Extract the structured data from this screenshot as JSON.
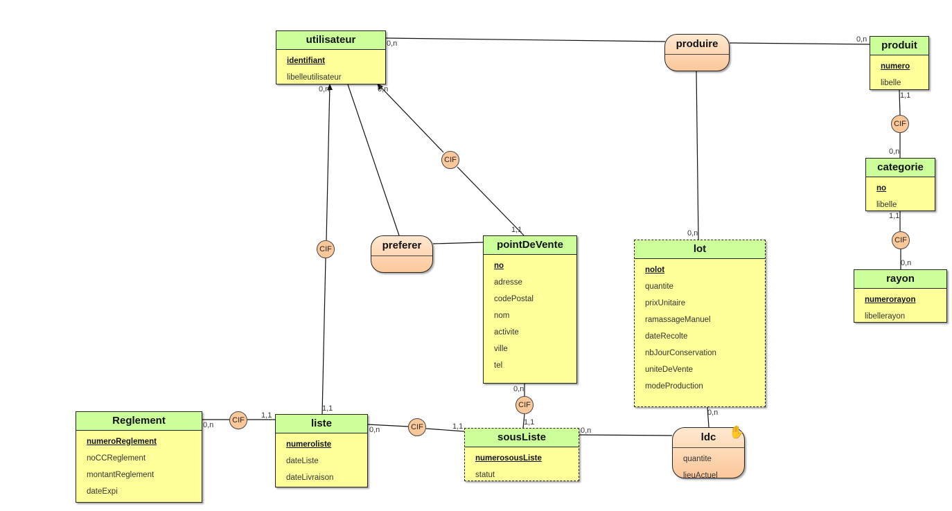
{
  "entities": {
    "utilisateur": {
      "name": "utilisateur",
      "attrs": [
        {
          "label": "identifiant",
          "pk": true
        },
        {
          "label": "libelleutilisateur",
          "pk": false
        }
      ]
    },
    "produit": {
      "name": "produit",
      "attrs": [
        {
          "label": "numero",
          "pk": true
        },
        {
          "label": "libelle",
          "pk": false
        }
      ]
    },
    "categorie": {
      "name": "categorie",
      "attrs": [
        {
          "label": "no",
          "pk": true
        },
        {
          "label": "libelle",
          "pk": false
        }
      ]
    },
    "rayon": {
      "name": "rayon",
      "attrs": [
        {
          "label": "numerorayon",
          "pk": true
        },
        {
          "label": "libellerayon",
          "pk": false
        }
      ]
    },
    "pointDeVente": {
      "name": "pointDeVente",
      "attrs": [
        {
          "label": "no",
          "pk": true
        },
        {
          "label": "adresse",
          "pk": false
        },
        {
          "label": "codePostal",
          "pk": false
        },
        {
          "label": "nom",
          "pk": false
        },
        {
          "label": "activite",
          "pk": false
        },
        {
          "label": "ville",
          "pk": false
        },
        {
          "label": "tel",
          "pk": false
        }
      ]
    },
    "lot": {
      "name": "lot",
      "attrs": [
        {
          "label": "nolot",
          "pk": true
        },
        {
          "label": "quantite",
          "pk": false
        },
        {
          "label": "prixUnitaire",
          "pk": false
        },
        {
          "label": "ramassageManuel",
          "pk": false
        },
        {
          "label": "dateRecolte",
          "pk": false
        },
        {
          "label": "nbJourConservation",
          "pk": false
        },
        {
          "label": "uniteDeVente",
          "pk": false
        },
        {
          "label": "modeProduction",
          "pk": false
        }
      ]
    },
    "Reglement": {
      "name": "Reglement",
      "attrs": [
        {
          "label": "numeroReglement",
          "pk": true
        },
        {
          "label": "noCCReglement",
          "pk": false
        },
        {
          "label": "montantReglement",
          "pk": false
        },
        {
          "label": "dateExpi",
          "pk": false
        }
      ]
    },
    "liste": {
      "name": "liste",
      "attrs": [
        {
          "label": "numeroliste",
          "pk": true
        },
        {
          "label": "dateListe",
          "pk": false
        },
        {
          "label": "dateLivraison",
          "pk": false
        }
      ]
    },
    "sousListe": {
      "name": "sousListe",
      "attrs": [
        {
          "label": "numerosousListe",
          "pk": true
        },
        {
          "label": "statut",
          "pk": false
        }
      ]
    }
  },
  "associations": {
    "produire": {
      "name": "produire",
      "attrs": []
    },
    "preferer": {
      "name": "preferer",
      "attrs": []
    },
    "ldc": {
      "name": "ldc",
      "attrs": [
        {
          "label": "quantite"
        },
        {
          "label": "lieuActuel"
        }
      ]
    }
  },
  "cif_label": "CIF",
  "cardinalities": {
    "utilisateur_produire": "0,n",
    "produit_produire": "0,n",
    "produit_categorie": "1,1",
    "categorie_produit": "0,n",
    "categorie_rayon": "1,1",
    "rayon_categorie": "0,n",
    "utilisateur_liste": "0,n",
    "utilisateur_pdv": "0,n",
    "pdv_utilisateur": "1,1",
    "lot_produire": "0,n",
    "lot_ldc": "0,n",
    "pdv_souslist": "0,n",
    "souslist_pdv": "1,1",
    "liste_utilisateur": "1,1",
    "reglement_liste": "0,n",
    "liste_reglement": "1,1",
    "liste_souslist": "0,n",
    "souslist_liste": "1,1",
    "souslist_ldc": "0,n"
  },
  "icons": {
    "ldc_hand": "hand-cursor-icon"
  }
}
